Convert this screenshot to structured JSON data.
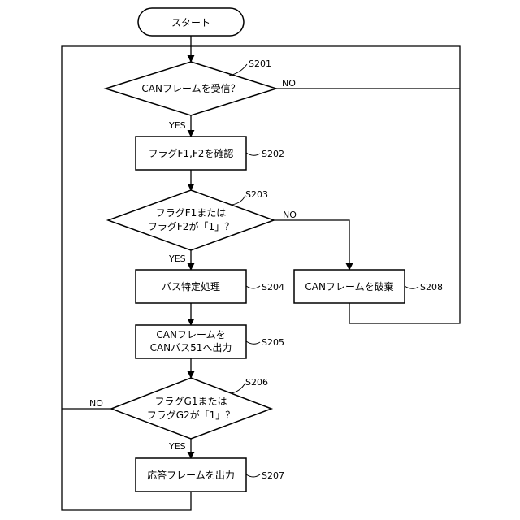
{
  "nodes": {
    "start": "スタート",
    "s201": {
      "label": "CANフレームを受信？",
      "step": "S201"
    },
    "s202": {
      "label": "フラグF1,F2を確認",
      "step": "S202"
    },
    "s203": {
      "line1": "フラグF1または",
      "line2": "フラグF2が「1」？",
      "step": "S203"
    },
    "s204": {
      "label": "バス特定処理",
      "step": "S204"
    },
    "s205": {
      "line1": "CANフレームを",
      "line2": "CANバス51へ出力",
      "step": "S205"
    },
    "s206": {
      "line1": "フラグG1または",
      "line2": "フラグG2が「1」？",
      "step": "S206"
    },
    "s207": {
      "label": "応答フレームを出力",
      "step": "S207"
    },
    "s208": {
      "label": "CANフレームを破棄",
      "step": "S208"
    }
  },
  "branches": {
    "yes": "YES",
    "no": "NO"
  }
}
